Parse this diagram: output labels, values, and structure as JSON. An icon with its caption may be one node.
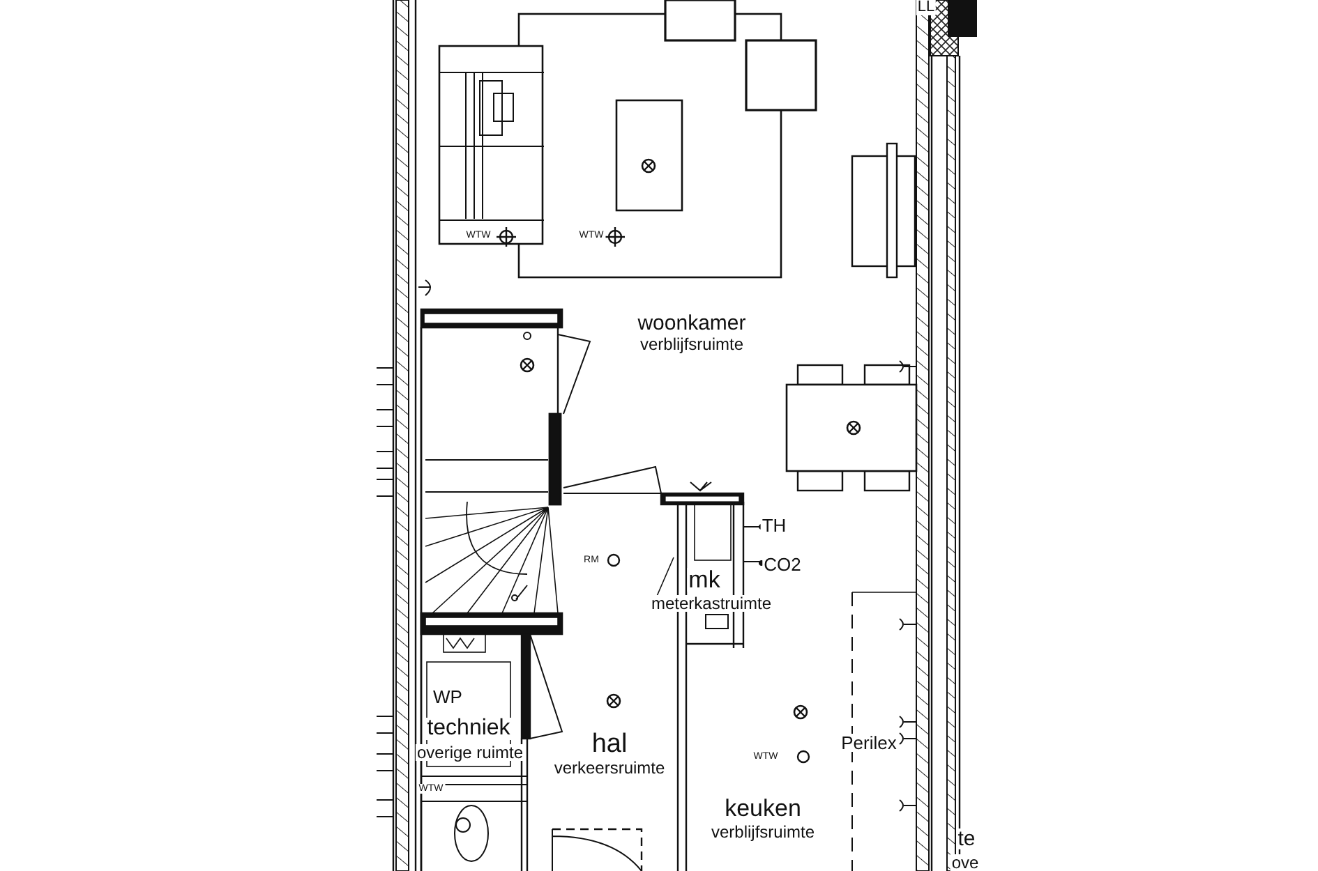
{
  "diagram": {
    "labels": [
      "LL",
      "WTW",
      "WTW",
      "woonkamer",
      "verblijfsruimte",
      "TH",
      "RM",
      "CO2",
      "mk",
      "meterkastruimte",
      "WP",
      "techniek",
      "Perilex",
      "hal",
      "overige ruimte",
      "WTW",
      "verkeersruimte",
      "WTW",
      "keuken",
      "verblijfsruimte",
      "te",
      "ove"
    ]
  }
}
